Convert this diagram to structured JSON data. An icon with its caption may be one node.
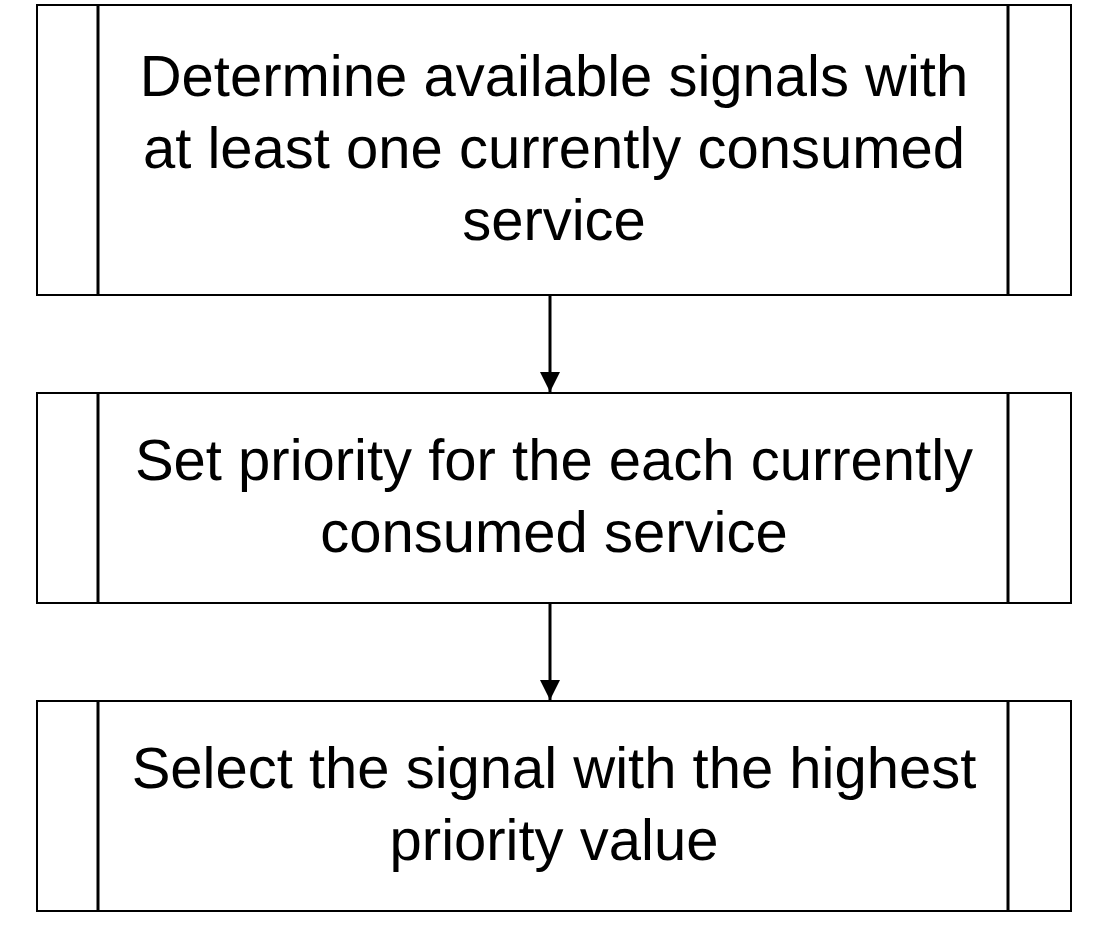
{
  "diagram": {
    "nodes": [
      {
        "text": [
          "Determine available signals with at least one currently consumed service"
        ]
      },
      {
        "text": [
          "Set priority for the each currently consumed service"
        ]
      },
      {
        "text": [
          "Select the signal with the highest priority value"
        ]
      }
    ],
    "edges": [
      {
        "from": 0,
        "to": 1,
        "arrow": "to"
      },
      {
        "from": 1,
        "to": 2,
        "arrow": "to"
      }
    ]
  }
}
